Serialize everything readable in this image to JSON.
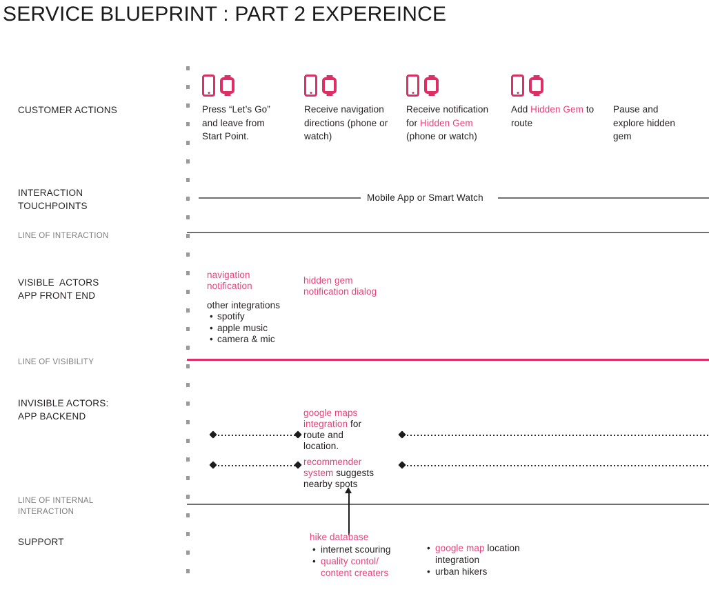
{
  "title": "SERVICE BLUEPRINT : PART 2 EXPEREINCE",
  "colors": {
    "accent_line": "#de2f68",
    "accent_text": "#e8417a",
    "icon": "#dd2f66",
    "rule": "#6e6e6e",
    "muted_label": "#7c7c7c"
  },
  "rows": {
    "customer_actions": {
      "label": "CUSTOMER ACTIONS"
    },
    "interaction_touchpoints": {
      "label": "INTERACTION\nTOUCHPOINTS",
      "band_text": "Mobile App or Smart Watch"
    },
    "line_of_interaction": {
      "label": "LINE OF INTERACTION"
    },
    "visible_actors": {
      "label": "VISIBLE  ACTORS\nAPP FRONT END"
    },
    "line_of_visibility": {
      "label": "LINE OF VISIBILITY"
    },
    "invisible_actors": {
      "label": "INVISIBLE ACTORS:\nAPP BACKEND"
    },
    "line_of_internal_interaction": {
      "label": "LINE OF INTERNAL\nINTERACTION"
    },
    "support": {
      "label": "SUPPORT"
    }
  },
  "customer_actions": {
    "columns": [
      {
        "icon": "phone-and-watch-icon",
        "has_icon": true,
        "segments": [
          {
            "text": "Press “Let’s Go” and leave from Start Point.",
            "accent": false
          }
        ]
      },
      {
        "icon": "phone-and-watch-icon",
        "has_icon": true,
        "segments": [
          {
            "text": "Receive navigation directions (phone or watch)",
            "accent": false
          }
        ]
      },
      {
        "icon": "phone-and-watch-icon",
        "has_icon": true,
        "segments": [
          {
            "text": "Receive notification for ",
            "accent": false
          },
          {
            "text": "Hidden Gem",
            "accent": true
          },
          {
            "text": " (phone or watch)",
            "accent": false
          }
        ]
      },
      {
        "icon": "phone-and-watch-icon",
        "has_icon": true,
        "segments": [
          {
            "text": "Add ",
            "accent": false
          },
          {
            "text": "Hidden Gem",
            "accent": true
          },
          {
            "text": " to route",
            "accent": false
          }
        ]
      },
      {
        "icon": null,
        "has_icon": false,
        "segments": [
          {
            "text": "Pause and explore hidden gem",
            "accent": false
          }
        ]
      }
    ]
  },
  "front_end": {
    "item_a": {
      "text": "navigation\nnotification",
      "accent": true
    },
    "item_b": {
      "text": "hidden gem\nnotification dialog",
      "accent": true
    },
    "integrations": {
      "heading": "other integrations",
      "items": [
        "spotify",
        "apple music",
        "camera & mic"
      ]
    }
  },
  "back_end": {
    "item_a": {
      "accent_text": "google maps\nintegration",
      "plain_text": " for\nroute and\nlocation."
    },
    "item_b": {
      "accent_text": "recommender\nsystem",
      "plain_text": " suggests\nnearby spots"
    },
    "connectors": [
      {
        "name": "google-maps-left-connector"
      },
      {
        "name": "google-maps-right-connector"
      },
      {
        "name": "recommender-left-connector"
      },
      {
        "name": "recommender-right-connector"
      }
    ]
  },
  "support": {
    "group_a": {
      "heading": "hike database",
      "items": [
        {
          "accent_text": "",
          "plain_text": "internet scouring"
        },
        {
          "accent_text": "quality contol/\ncontent creaters",
          "plain_text": ""
        }
      ]
    },
    "group_b": {
      "items": [
        {
          "accent_text": "google map",
          "plain_text": " location\nintegration"
        },
        {
          "accent_text": "",
          "plain_text": "urban hikers"
        }
      ]
    }
  }
}
